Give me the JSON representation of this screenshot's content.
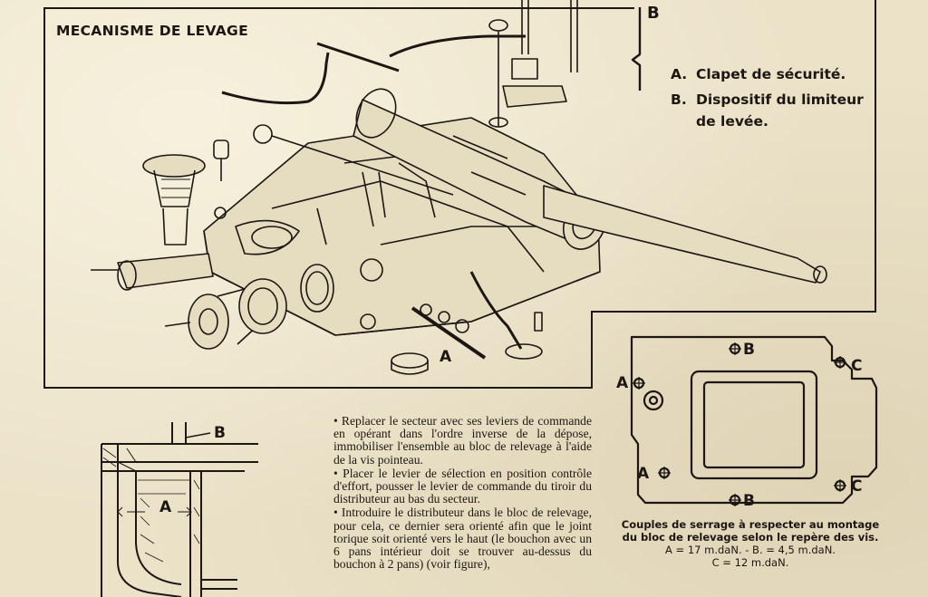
{
  "title": "MECANISME DE LEVAGE",
  "legend": {
    "bracket_label": "B",
    "items": [
      {
        "key": "A.",
        "text": "Clapet de sécurité."
      },
      {
        "key": "B.",
        "text": "Dispositif du limiteur"
      },
      {
        "key": "",
        "text": "de levée."
      }
    ]
  },
  "diagram_labels": {
    "main_a": "A",
    "section_b": "B",
    "section_a": "A",
    "plate_a1": "A",
    "plate_a2": "A",
    "plate_b1": "B",
    "plate_b2": "B",
    "plate_c1": "C",
    "plate_c2": "C"
  },
  "instructions": [
    "• Replacer le secteur avec ses leviers de commande en opérant dans l'ordre inverse de la dépose, immobiliser l'ensemble au bloc de relevage à l'aide de la vis pointeau.",
    "• Placer le levier de sélection en position contrôle d'effort, pousser le levier de commande du tiroir du distributeur au bas du secteur.",
    "• Introduire le distributeur dans le bloc de relevage, pour cela, ce dernier sera orienté afin que le joint torique soit orienté vers le haut (le bouchon avec un 6 pans intérieur doit se trouver au-dessus du bouchon à 2 pans) (voir figure),"
  ],
  "caption": {
    "line1": "Couples de serrage à respecter au montage",
    "line2": "du bloc de relevage selon le repère des vis.",
    "line3": "A = 17 m.daN. - B. = 4,5 m.daN.",
    "line4": "C = 12 m.daN."
  },
  "colors": {
    "ink": "#1c1712",
    "paper": "#ebe2c8"
  }
}
